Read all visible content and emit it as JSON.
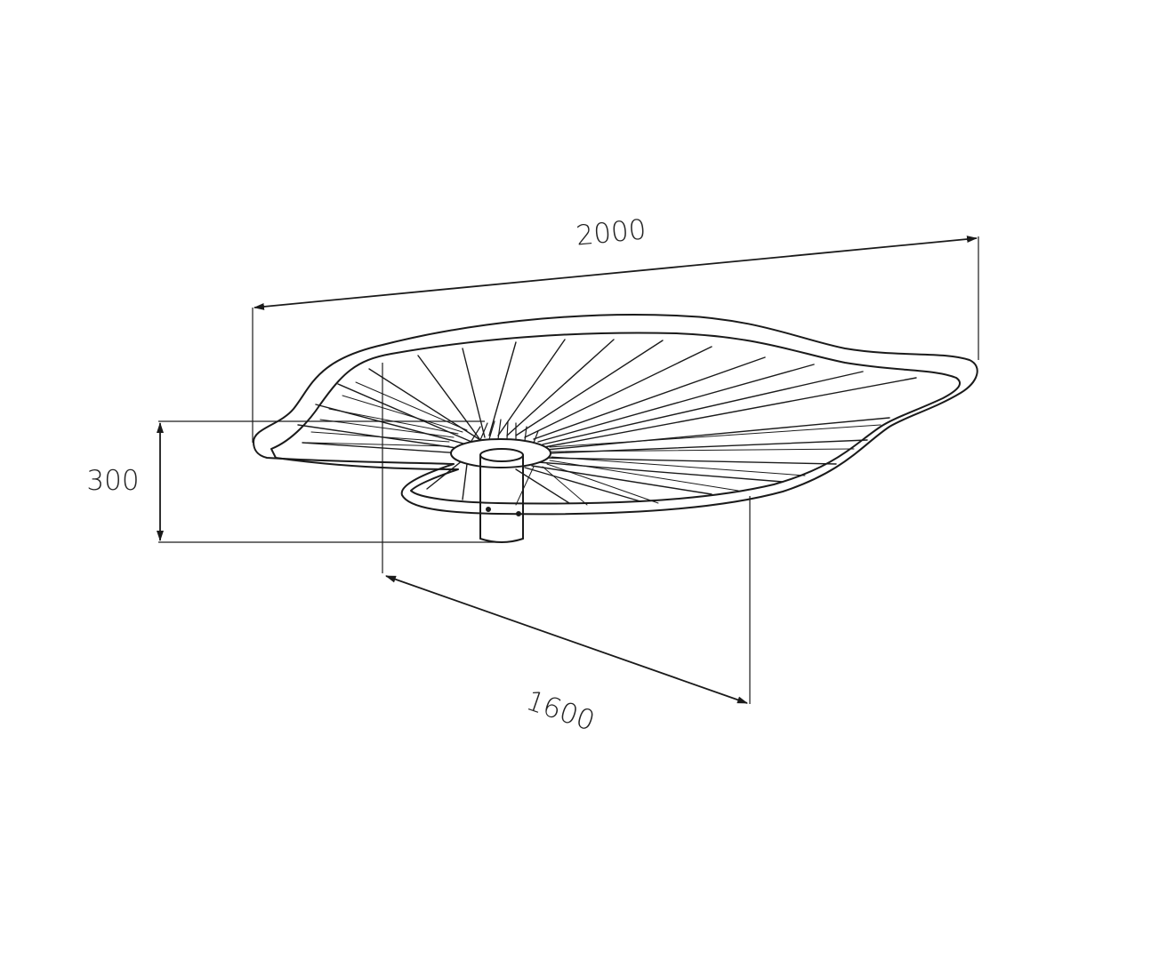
{
  "dimensions": {
    "width": {
      "value": "2000"
    },
    "height": {
      "value": "300"
    },
    "depth": {
      "value": "1600"
    }
  },
  "colors": {
    "line": "#1a1a1a",
    "background": "#ffffff"
  }
}
